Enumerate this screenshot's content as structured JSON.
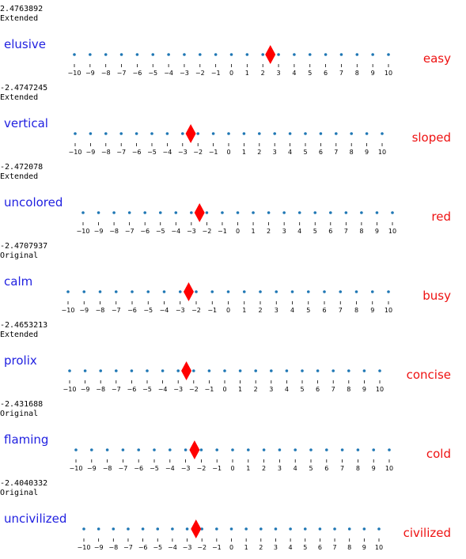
{
  "chart_data": [
    {
      "type": "scatter",
      "score": "2.4763892",
      "source": "Extended",
      "left_word": "elusive",
      "right_word": "easy",
      "marker_value": 2.48,
      "ticks": [
        -10,
        -9,
        -8,
        -7,
        -6,
        -5,
        -4,
        -3,
        -2,
        -1,
        0,
        1,
        2,
        3,
        4,
        5,
        6,
        7,
        8,
        9,
        10
      ],
      "tick_labels": [
        "−10",
        "−9",
        "−8",
        "−7",
        "−6",
        "−5",
        "−4",
        "−3",
        "−2",
        "−1",
        "0",
        "1",
        "2",
        "3",
        "4",
        "5",
        "6",
        "7",
        "8",
        "9",
        "10"
      ],
      "xlim": [
        -10,
        10
      ]
    },
    {
      "type": "scatter",
      "score": "-2.4747245",
      "source": "Extended",
      "left_word": "vertical",
      "right_word": "sloped",
      "marker_value": -2.47,
      "ticks": [
        -10,
        -9,
        -8,
        -7,
        -6,
        -5,
        -4,
        -3,
        -2,
        -1,
        0,
        1,
        2,
        3,
        4,
        5,
        6,
        7,
        8,
        9,
        10
      ],
      "tick_labels": [
        "−10",
        "−9",
        "−8",
        "−7",
        "−6",
        "−5",
        "−4",
        "−3",
        "−2",
        "−1",
        "0",
        "1",
        "2",
        "3",
        "4",
        "5",
        "6",
        "7",
        "8",
        "9",
        "10"
      ],
      "xlim": [
        -10,
        10
      ]
    },
    {
      "type": "scatter",
      "score": "-2.472078",
      "source": "Extended",
      "left_word": "uncolored",
      "right_word": "red",
      "marker_value": -2.47,
      "ticks": [
        -10,
        -9,
        -8,
        -7,
        -6,
        -5,
        -4,
        -3,
        -2,
        -1,
        0,
        1,
        2,
        3,
        4,
        5,
        6,
        7,
        8,
        9,
        10
      ],
      "tick_labels": [
        "−10",
        "−9",
        "−8",
        "−7",
        "−6",
        "−5",
        "−4",
        "−3",
        "−2",
        "−1",
        "0",
        "1",
        "2",
        "3",
        "4",
        "5",
        "6",
        "7",
        "8",
        "9",
        "10"
      ],
      "xlim": [
        -10,
        10
      ]
    },
    {
      "type": "scatter",
      "score": "-2.4707937",
      "source": "Original",
      "left_word": "calm",
      "right_word": "busy",
      "marker_value": -2.47,
      "ticks": [
        -10,
        -9,
        -8,
        -7,
        -6,
        -5,
        -4,
        -3,
        -2,
        -1,
        0,
        1,
        2,
        3,
        4,
        5,
        6,
        7,
        8,
        9,
        10
      ],
      "tick_labels": [
        "−10",
        "−9",
        "−8",
        "−7",
        "−6",
        "−5",
        "−4",
        "−3",
        "−2",
        "−1",
        "0",
        "1",
        "2",
        "3",
        "4",
        "5",
        "6",
        "7",
        "8",
        "9",
        "10"
      ],
      "xlim": [
        -10,
        10
      ]
    },
    {
      "type": "scatter",
      "score": "-2.4653213",
      "source": "Extended",
      "left_word": "prolix",
      "right_word": "concise",
      "marker_value": -2.47,
      "ticks": [
        -10,
        -9,
        -8,
        -7,
        -6,
        -5,
        -4,
        -3,
        -2,
        -1,
        0,
        1,
        2,
        3,
        4,
        5,
        6,
        7,
        8,
        9,
        10
      ],
      "tick_labels": [
        "−10",
        "−9",
        "−8",
        "−7",
        "−6",
        "−5",
        "−4",
        "−3",
        "−2",
        "−1",
        "0",
        "1",
        "2",
        "3",
        "4",
        "5",
        "6",
        "7",
        "8",
        "9",
        "10"
      ],
      "xlim": [
        -10,
        10
      ]
    },
    {
      "type": "scatter",
      "score": "-2.431688",
      "source": "Original",
      "left_word": "flaming",
      "right_word": "cold",
      "marker_value": -2.43,
      "ticks": [
        -10,
        -9,
        -8,
        -7,
        -6,
        -5,
        -4,
        -3,
        -2,
        -1,
        0,
        1,
        2,
        3,
        4,
        5,
        6,
        7,
        8,
        9,
        10
      ],
      "tick_labels": [
        "−10",
        "−9",
        "−8",
        "−7",
        "−6",
        "−5",
        "−4",
        "−3",
        "−2",
        "−1",
        "0",
        "1",
        "2",
        "3",
        "4",
        "5",
        "6",
        "7",
        "8",
        "9",
        "10"
      ],
      "xlim": [
        -10,
        10
      ]
    },
    {
      "type": "scatter",
      "score": "-2.4040332",
      "source": "Original",
      "left_word": "uncivilized",
      "right_word": "civilized",
      "marker_value": -2.4,
      "ticks": [
        -10,
        -9,
        -8,
        -7,
        -6,
        -5,
        -4,
        -3,
        -2,
        -1,
        0,
        1,
        2,
        3,
        4,
        5,
        6,
        7,
        8,
        9,
        10
      ],
      "tick_labels": [
        "−10",
        "−9",
        "−8",
        "−7",
        "−6",
        "−5",
        "−4",
        "−3",
        "−2",
        "−1",
        "0",
        "1",
        "2",
        "3",
        "4",
        "5",
        "6",
        "7",
        "8",
        "9",
        "10"
      ],
      "xlim": [
        -10,
        10
      ]
    }
  ],
  "colors": {
    "dot": "#1f77b4",
    "marker": "#ff0000",
    "left_word": "#1f1fe0",
    "right_word": "#ee1111",
    "tick": "#000000"
  }
}
